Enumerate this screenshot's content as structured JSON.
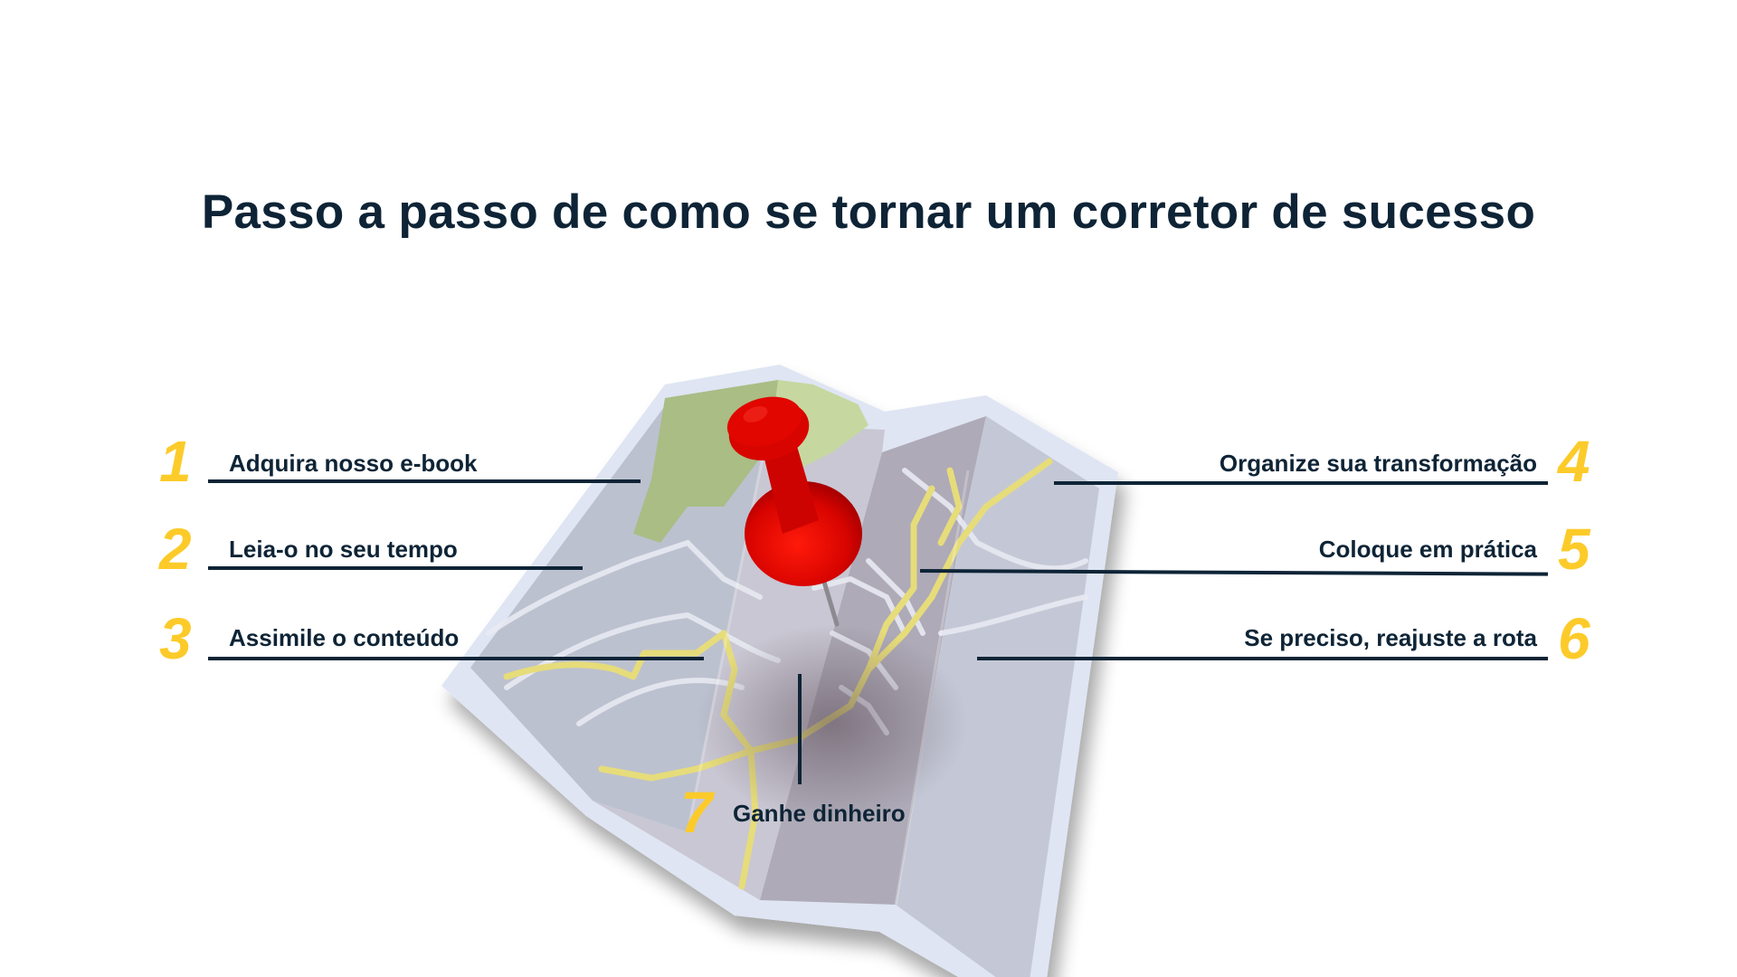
{
  "title": "Passo a passo de como se tornar um corretor de sucesso",
  "colors": {
    "text": "#0e2436",
    "accent": "#fccb2a",
    "pin": "#e10600",
    "background": "#ffffff"
  },
  "illustration": {
    "icon": "folded-map-with-red-pushpin-icon"
  },
  "steps": [
    {
      "number": "1",
      "label": "Adquira nosso e-book"
    },
    {
      "number": "2",
      "label": "Leia-o no seu tempo"
    },
    {
      "number": "3",
      "label": "Assimile o conteúdo"
    },
    {
      "number": "4",
      "label": "Organize sua transformação"
    },
    {
      "number": "5",
      "label": "Coloque em prática"
    },
    {
      "number": "6",
      "label": "Se preciso, reajuste a rota"
    },
    {
      "number": "7",
      "label": "Ganhe dinheiro"
    }
  ]
}
